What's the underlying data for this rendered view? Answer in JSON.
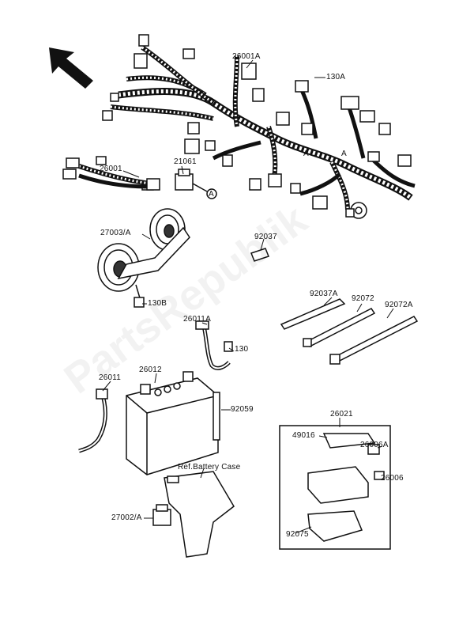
{
  "watermark": "PartsRepublik",
  "labels": {
    "p26001A": "26001A",
    "p130A": "130A",
    "pA1": "A",
    "pA2": "A",
    "pA3": "A",
    "p26001": "26001",
    "p21061": "21061",
    "p27003A": "27003/A",
    "p92037": "92037",
    "p130B": "130B",
    "p92037A": "92037A",
    "p92072": "92072",
    "p92072A": "92072A",
    "p26011A": "26011A",
    "p130": "130",
    "p26012": "26012",
    "p26011": "26011",
    "p92059": "92059",
    "p26021": "26021",
    "p49016": "49016",
    "p26006A": "26006A",
    "p26006": "26006",
    "pRefBattery": "Ref.Battery Case",
    "p27002A": "27002/A",
    "p92075": "92075"
  },
  "colors": {
    "line": "#111111",
    "paper": "#ffffff"
  }
}
